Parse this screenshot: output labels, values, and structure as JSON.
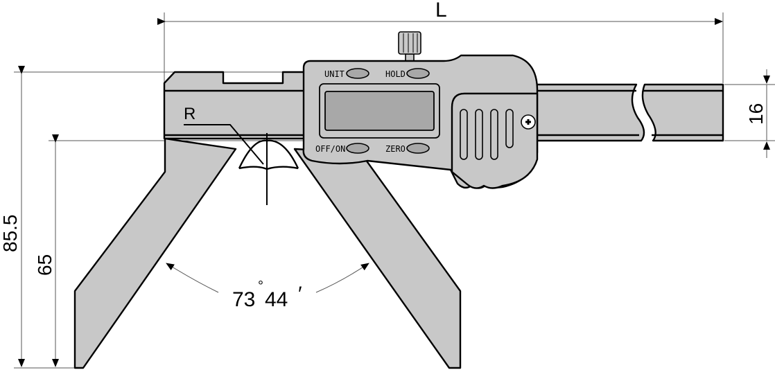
{
  "drawing": {
    "subject": "digital angle caliper",
    "colors": {
      "body": "#c8c8c8",
      "lcd": "#a8a8a8",
      "outline": "#000000",
      "dimension_line": "#555555"
    }
  },
  "dimensions": {
    "length_label": "L",
    "height_total": "85.5",
    "height_legs": "65",
    "bar_width": "16",
    "radius_label": "R",
    "angle_degrees": "73",
    "angle_degree_symbol": "°",
    "angle_minutes": "44",
    "angle_minute_symbol": "′"
  },
  "buttons": {
    "unit": "UNIT",
    "hold": "HOLD",
    "off_on": "OFF/ON",
    "zero": "ZERO"
  }
}
